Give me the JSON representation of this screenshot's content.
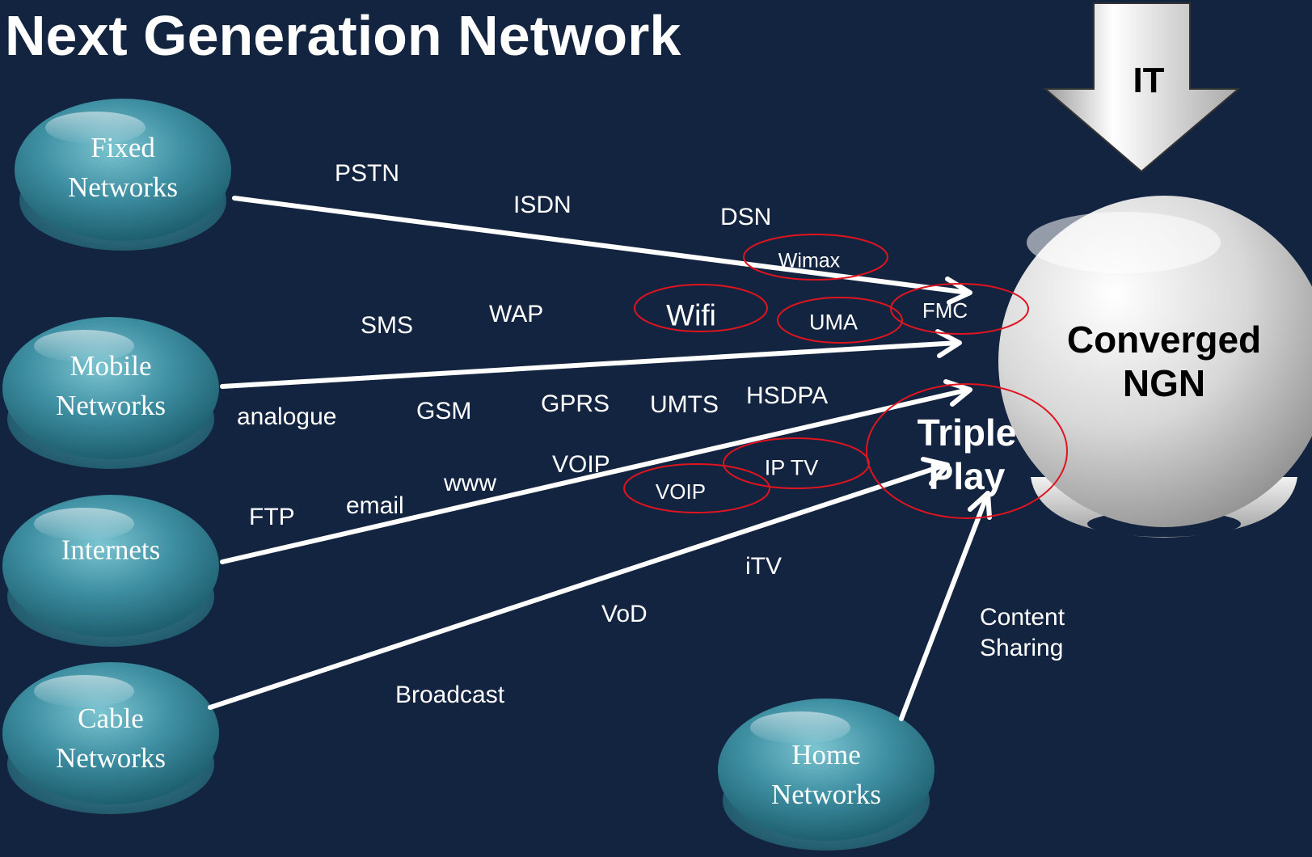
{
  "title": "Next Generation Network",
  "it_label": "IT",
  "core": {
    "line1": "Converged",
    "line2": "NGN"
  },
  "triple_play": {
    "line1": "Triple",
    "line2": "Play"
  },
  "sources": [
    {
      "id": "fixed",
      "line1": "Fixed",
      "line2": "Networks"
    },
    {
      "id": "mobile",
      "line1": "Mobile",
      "line2": "Networks"
    },
    {
      "id": "internet",
      "line1": "Internets",
      "line2": ""
    },
    {
      "id": "cable",
      "line1": "Cable",
      "line2": "Networks"
    },
    {
      "id": "home",
      "line1": "Home",
      "line2": "Networks"
    }
  ],
  "labels": {
    "pstn": "PSTN",
    "isdn": "ISDN",
    "dsn": "DSN",
    "sms": "SMS",
    "wap": "WAP",
    "analogue": "analogue",
    "gsm": "GSM",
    "gprs": "GPRS",
    "umts": "UMTS",
    "hsdpa": "HSDPA",
    "ftp": "FTP",
    "email": "email",
    "www": "www",
    "voip_plain": "VOIP",
    "itv": "iTV",
    "vod": "VoD",
    "broadcast": "Broadcast",
    "content_line1": "Content",
    "content_line2": "Sharing"
  },
  "circled_tags": {
    "wimax": "Wimax",
    "wifi": "Wifi",
    "uma": "UMA",
    "fmc": "FMC",
    "iptv": "IP TV",
    "voip": "VOIP"
  },
  "colors": {
    "background": "#132440",
    "node": "#3f8fa3",
    "core": "#d9d9d9",
    "highlight_ring": "#e0141e",
    "arrow": "#ffffff"
  }
}
